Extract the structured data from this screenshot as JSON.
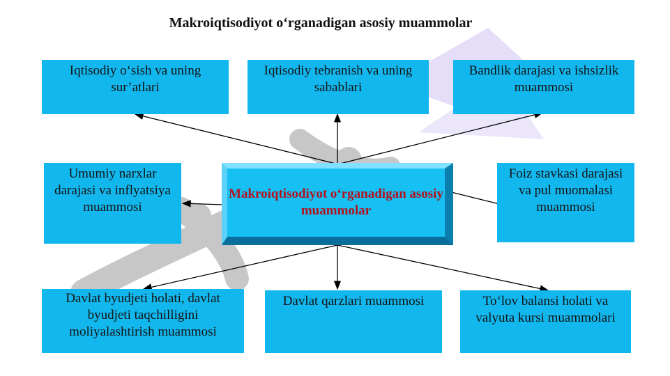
{
  "title": "Makroiqtisodiyot o‘rganadigan asosiy muammolar",
  "center": "Makroiqtisodiyot o‘rganadigan asosiy muammolar",
  "boxes": {
    "growth": "Iqtisodiy o‘sish va uning sur’atlari",
    "fluctuation": "Iqtisodiy tebranish va uning sabablari",
    "employment": "Bandlik darajasi va ishsizlik muammosi",
    "inflation": "Umumiy narxlar darajasi va inflyatsiya muammosi",
    "interest": "Foiz stavkasi darajasi va pul muomalasi muammosi",
    "budget": "Davlat byudjeti holati, davlat byudjeti taqchilligini moliyalashtirish muammosi",
    "debt": "Davlat qarzlari muammosi",
    "balance": "To‘lov balansi holati va valyuta kursi muammolari"
  },
  "colors": {
    "box": "#12b7ee",
    "center_text": "#b3121e",
    "watermark": "#8a8a8a"
  }
}
